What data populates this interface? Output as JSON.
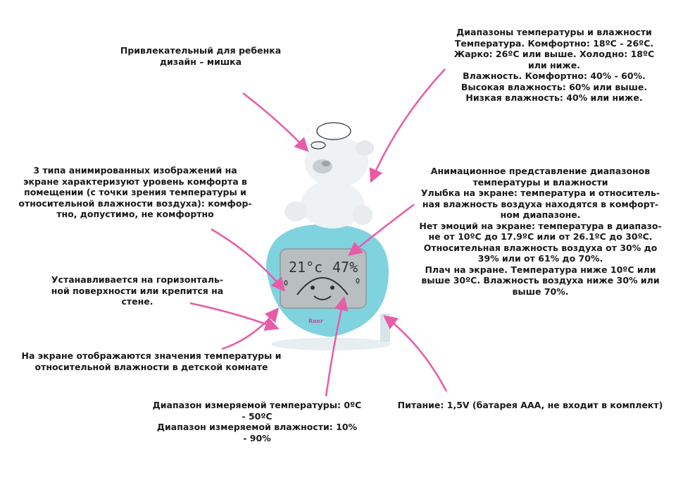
{
  "callouts": {
    "design": [
      "Привлекательный для ребенка",
      "дизайн – мишка"
    ],
    "ranges": [
      "Диапазоны температуры и влажности",
      "Температура. Комфортно: 18ºC - 26ºC.",
      "Жарко: 26ºC или выше. Холодно: 18ºC",
      "или ниже.",
      "Влажность. Комфортно: 40% - 60%.",
      "Высокая влажность: 60% или выше.",
      "Низкая влажность: 40% или ниже."
    ],
    "images3": [
      "3 типа анимированных изображений на",
      "экране характеризуют уровень комфорта в",
      "помещении (с точки зрения температуры и",
      "относительной влажности воздуха): комфор-",
      "тно, допустимо, не комфортно"
    ],
    "animation": [
      "Анимационное представление диапазонов",
      "температуры и влажности",
      "Улыбка на экране: температура и относитель-",
      "ная влажность воздуха находятся в комфорт-",
      "ном диапазоне.",
      "Нет эмоций на экране: температура в диапазо-",
      "не от 10ºC до 17.9ºC или от 26.1ºC до 30ºC.",
      "Относительная влажность воздуха от 30% до",
      "39% или от 61% до 70%.",
      "Плач на экране. Температура ниже 10ºC или",
      "выше 30ºC. Влажность воздуха ниже 30% или",
      "выше 70%."
    ],
    "mount": [
      "Устанавливается на горизонталь-",
      "ной поверхности или крепится на",
      "стене."
    ],
    "display": [
      "На экране отображаются значения температуры и",
      "относительной влажности в детской комнате"
    ],
    "measure": [
      "Диапазон измеряемой температуры: 0ºC",
      "- 50ºC",
      "Диапазон измеряемой влажности: 10%",
      "- 90%"
    ],
    "power": [
      "Питание: 1,5V (батарея AAA, не входит в комплект)"
    ]
  },
  "device": {
    "temp_reading": "21°c",
    "hum_reading": "47%",
    "brand": "Reer",
    "body_color": "#7fd3df",
    "bear_color": "#eef2f4",
    "screen_color": "#b9bfc1"
  },
  "colors": {
    "arrow": "#e85ba8"
  }
}
